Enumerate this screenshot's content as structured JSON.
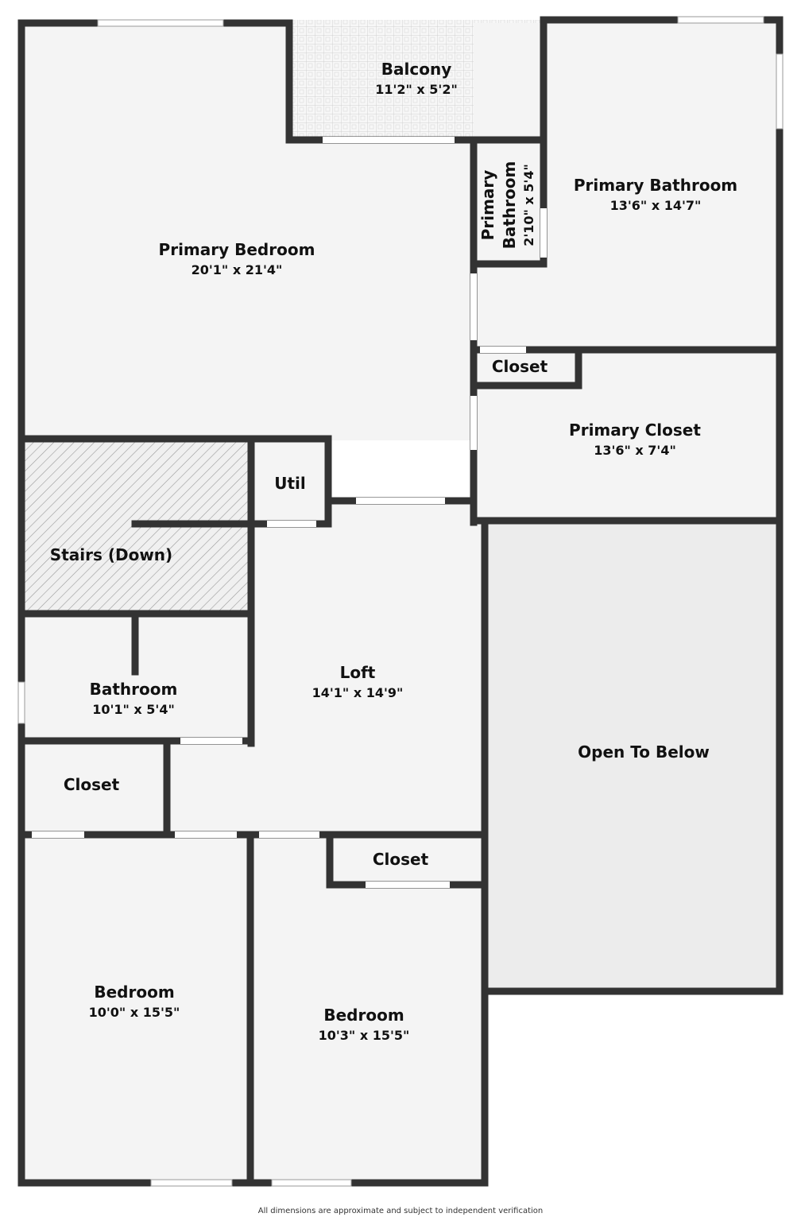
{
  "colors": {
    "wall": "#333333",
    "floor": "#f4f4f4",
    "open_to_below": "#ececec",
    "window": "#ffffff",
    "balcony_tile": "#f7f7f7",
    "stairs_hatch": "#999999"
  },
  "rooms": {
    "balcony": {
      "name": "Balcony",
      "dims": "11'2\" x 5'2\""
    },
    "primary_bedroom": {
      "name": "Primary Bedroom",
      "dims": "20'1\" x 21'4\""
    },
    "primary_bathroom_small": {
      "name_line1": "Primary",
      "name_line2": "Bathroom",
      "dims": "2'10\" x 5'4\""
    },
    "primary_bathroom": {
      "name": "Primary Bathroom",
      "dims": "13'6\" x 14'7\""
    },
    "closet_upper": {
      "name": "Closet"
    },
    "primary_closet": {
      "name": "Primary Closet",
      "dims": "13'6\" x 7'4\""
    },
    "util": {
      "name": "Util"
    },
    "stairs": {
      "name": "Stairs (Down)"
    },
    "loft": {
      "name": "Loft",
      "dims": "14'1\" x 14'9\""
    },
    "bathroom": {
      "name": "Bathroom",
      "dims": "10'1\" x 5'4\""
    },
    "closet_left": {
      "name": "Closet"
    },
    "open_to_below": {
      "name": "Open To Below"
    },
    "closet_mid": {
      "name": "Closet"
    },
    "bedroom_left": {
      "name": "Bedroom",
      "dims": "10'0\" x 15'5\""
    },
    "bedroom_right": {
      "name": "Bedroom",
      "dims": "10'3\" x 15'5\""
    }
  },
  "disclaimer": "All dimensions are approximate and subject to independent verification"
}
